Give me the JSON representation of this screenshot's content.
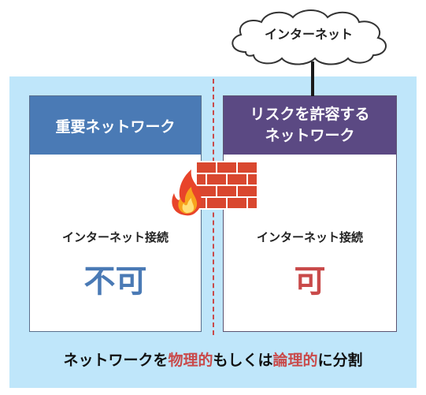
{
  "cloud": {
    "label": "インターネット"
  },
  "left_panel": {
    "title": "重要ネットワーク",
    "connection_label": "インターネット接続",
    "connection_value": "不可"
  },
  "right_panel": {
    "title_line1": "リスクを許容する",
    "title_line2": "ネットワーク",
    "connection_label": "インターネット接続",
    "connection_value": "可"
  },
  "caption": {
    "part1": "ネットワークを",
    "highlight1": "物理的",
    "part2": "もしくは",
    "highlight2": "論理的",
    "part3": "に分割"
  },
  "colors": {
    "background": "#bfe6fa",
    "left_header": "#4a7ab5",
    "right_header": "#5b4983",
    "denied_value": "#4a7ab5",
    "allowed_value": "#c94a4a",
    "highlight": "#c94a4a",
    "brick": "#d9472f"
  }
}
